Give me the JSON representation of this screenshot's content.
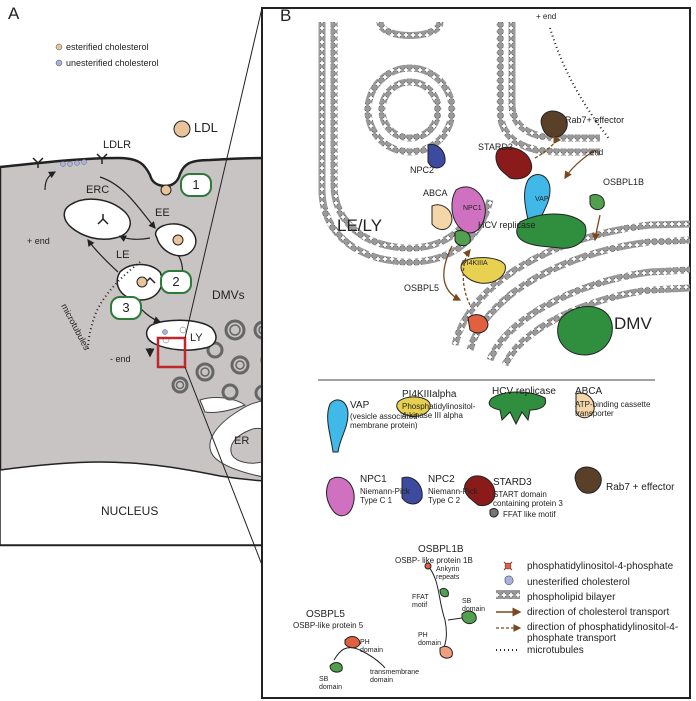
{
  "panelA": {
    "letter": "A",
    "legend": {
      "esterified": "esterified cholesterol",
      "unesterified": "unesterified cholesterol"
    },
    "ldl": "LDL",
    "ldlr": "LDLR",
    "ee": "EE",
    "erc": "ERC",
    "le": "LE",
    "ly": "LY",
    "dmvs": "DMVs",
    "er": "ER",
    "plus_end": "+ end",
    "minus_end": "- end",
    "microtubules": "microtubules",
    "nucleus": "NUCLEUS",
    "steps": [
      "1",
      "2",
      "3"
    ]
  },
  "panelB": {
    "letter": "B",
    "plus_end": "+ end",
    "minus_end": "- end",
    "le_ly": "LE/LY",
    "dmv": "DMV",
    "rab7": "Rab7+ effector",
    "stard3": "STARD3",
    "npc2": "NPC2",
    "npc1": "NPC1",
    "abca": "ABCA",
    "osbpl1b": "OSBPL1B",
    "vap": "VAP",
    "hcv": "HCV replicase",
    "pi4kiiia": "PI4KIIIA",
    "osbpl5": "OSBPL5"
  },
  "legend": {
    "vap": {
      "title": "VAP",
      "desc": "(vesicle associated\nmembrane protein)"
    },
    "pi4k": {
      "title": "PI4KIIIalpha",
      "desc": "Phosphatidylinositol-\n4-kinase III alpha"
    },
    "hcv": {
      "title": "HCV replicase"
    },
    "abca": {
      "title": "ABCA",
      "desc": "ATP-binding cassette\ntransporter"
    },
    "npc1": {
      "title": "NPC1",
      "desc": "Niemann-Pick\nType C 1"
    },
    "npc2": {
      "title": "NPC2",
      "desc": "Niemann-Pick\nType C 2"
    },
    "stard3": {
      "title": "STARD3",
      "desc": "START domain\ncontaining protein 3"
    },
    "ffat": "FFAT like motif",
    "rab7": {
      "title": "Rab7 + effector"
    },
    "osbpl1b": {
      "title": "OSBPL1B",
      "desc": "OSBP- like protein 1B"
    },
    "osbpl5": {
      "title": "OSBPL5",
      "desc": "OSBP-like protein 5"
    },
    "domains": {
      "ankyrin": "Ankyrin\nrepeats",
      "ffat_motif": "FFAT\nmotif",
      "sb1": "SB\ndomain",
      "ph1": "PH\ndomain",
      "ph2": "PH\ndomain",
      "sb2": "SB\ndomain",
      "tm": "transmembrane\ndomain"
    },
    "items": [
      "phosphatidylinositol-4-phosphate",
      "unesterified cholesterol",
      "phospholipid bilayer",
      "direction of cholesterol transport",
      "direction of phosphatidylinositol-4-\nphosphate transport",
      "microtubules"
    ]
  }
}
